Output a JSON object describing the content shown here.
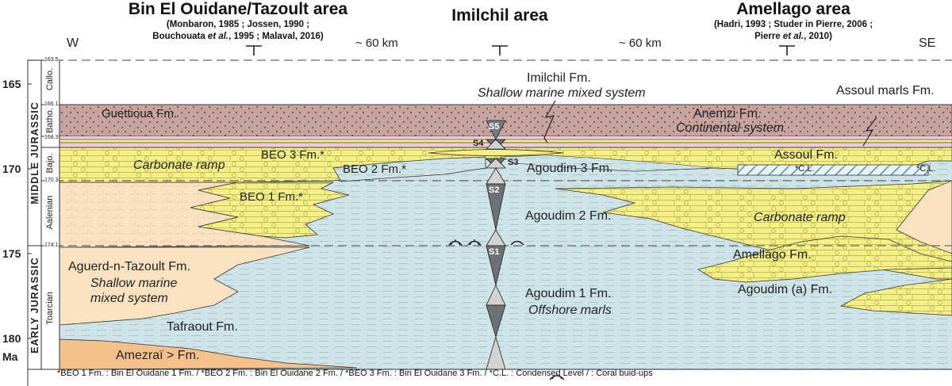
{
  "headers": {
    "west": {
      "title": "Bin El Ouidane/Tazoult area",
      "refs_line1": "(Monbaron, 1985 ; Jossen, 1990 ;",
      "refs_line2_pre": "Bouchouata ",
      "refs_line2_et": "et al.",
      "refs_line2_post": ", 1995 ; Malaval, 2016)"
    },
    "center": {
      "title": "Imilchil area"
    },
    "east": {
      "title": "Amellago area",
      "refs_line1": "(Hadri, 1993 ; Studer in Pierre, 2006 ;",
      "refs_line2_pre": "Pierre ",
      "refs_line2_et": "et al.",
      "refs_line2_post": ", 2010)"
    }
  },
  "transect": {
    "west_label": "W",
    "east_label": "SE",
    "distance_left": "~ 60 km",
    "distance_right": "~ 60 km"
  },
  "age_axis": {
    "unit": "Ma",
    "ticks": [
      "165",
      "170",
      "175",
      "180"
    ],
    "epochs": [
      "MIDDLE JURASSIC",
      "EARLY JURASSIC"
    ],
    "stages": [
      "Callo.",
      "Batho.",
      "Bajo.",
      "Aalenian",
      "Toarcian"
    ],
    "boundary_ages": [
      "163.5",
      "166.1",
      "168.3",
      "170.3",
      "174.1"
    ]
  },
  "formations": {
    "imilchil_fm": "Imilchil Fm.",
    "imilchil_sub": "Shallow marine mixed system",
    "assoul_marls": "Assoul marls Fm.",
    "guettioua": "Guettioua Fm.",
    "anemzi": "Anemzi Fm.",
    "anemzi_sub": "Continental system",
    "beo3": "BEO 3 Fm.*",
    "beo2": "BEO 2 Fm.*",
    "beo1": "BEO 1 Fm.*",
    "carbonate_ramp_w": "Carbonate ramp",
    "carbonate_ramp_e": "Carbonate ramp",
    "assoul": "Assoul Fm.",
    "cl1": "*C.L.",
    "cl2": "*C.L.",
    "agoudim3": "Agoudim 3 Fm.",
    "agoudim2": "Agoudim 2 Fm.",
    "agoudim1": "Agoudim 1 Fm.",
    "offshore": "Offshore marls",
    "amellago": "Amellago Fm.",
    "agoudim_a": "Agoudim (a) Fm.",
    "aguerd": "Aguerd-n-Tazoult Fm.",
    "aguerd_sub1": "Shallow marine",
    "aguerd_sub2": "mixed system",
    "tafraout": "Tafraout Fm.",
    "amezrai": "Amezraï > Fm."
  },
  "sequences": [
    "S1",
    "S2",
    "S3",
    "S4",
    "S5"
  ],
  "footnote": "*BEO 1 Fm. : Bin El Ouidane 1 Fm.  / *BEO 2 Fm. : Bin El Ouidane 2 Fm.  / *BEO 3 Fm. : Bin El Ouidane 3 Fm.  / *C.L. : Condensed Level /      : Coral buid-ups",
  "colors": {
    "marls_blue": "#cde3e5",
    "carbonate_yellow": "#f6ef86",
    "continental_red": "#c7a3a0",
    "orange_base": "#f3c08c",
    "sand_beige": "#fae1bf",
    "pink_layer": "#eacdd2",
    "cl_hatch_blue": "#5b8fc7"
  }
}
